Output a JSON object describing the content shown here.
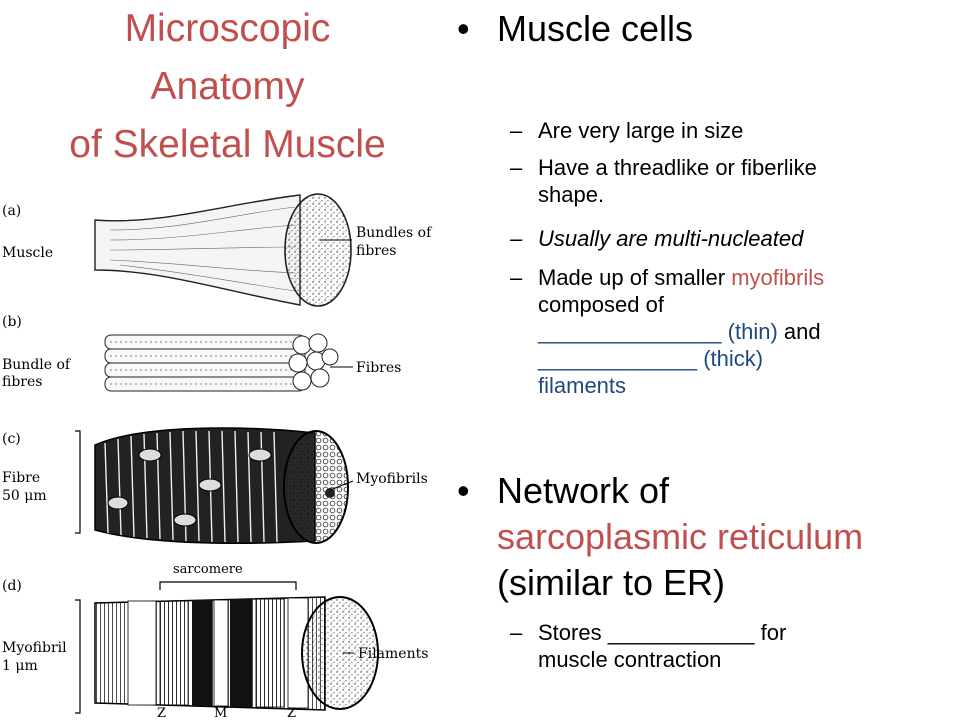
{
  "title": {
    "line1": "Microscopic",
    "line2": "Anatomy",
    "line3": "of Skeletal Muscle"
  },
  "bullets": {
    "muscle_cells": {
      "bullet": "•",
      "heading": "Muscle cells",
      "items": [
        {
          "dash": "–",
          "text": "Are very large in size"
        },
        {
          "dash": "–",
          "line1": "Have a threadlike or fiberlike",
          "line2": "shape."
        },
        {
          "dash": "–",
          "text": "Usually are multi-nucleated"
        },
        {
          "dash": "–",
          "part1": "Made up of smaller ",
          "highlight": "myofibrils",
          "line2": "composed of",
          "blank1": "_______________",
          "thin": "(thin)",
          "and": "and",
          "blank2": "_____________",
          "thick": "(thick)",
          "filaments": "filaments"
        }
      ]
    },
    "network": {
      "bullet": "•",
      "line1": "Network of",
      "line2": "sarcoplasmic reticulum",
      "line3": "(similar to ER)",
      "items": [
        {
          "dash": "–",
          "part1": "Stores",
          "blank": "____________",
          "part2": "for",
          "line2": "muscle contraction"
        }
      ]
    }
  },
  "figure": {
    "panels": [
      {
        "letter": "(a)",
        "name": "Muscle",
        "callout": "Bundles of",
        "callout2": "fibres"
      },
      {
        "letter": "(b)",
        "name": "Bundle of",
        "name2": "fibres",
        "callout": "Fibres"
      },
      {
        "letter": "(c)",
        "name": "Fibre",
        "name2": "50 μm",
        "callout": "Myofibrils"
      },
      {
        "letter": "(d)",
        "name": "Myofibril",
        "name2": "1 μm",
        "callout": "Filaments",
        "bracket": "sarcomere",
        "z1": "Z",
        "m": "M",
        "z2": "Z"
      }
    ]
  },
  "colors": {
    "title": "#c0504d",
    "accent_red": "#c0504d",
    "accent_blue": "#1f497d"
  }
}
